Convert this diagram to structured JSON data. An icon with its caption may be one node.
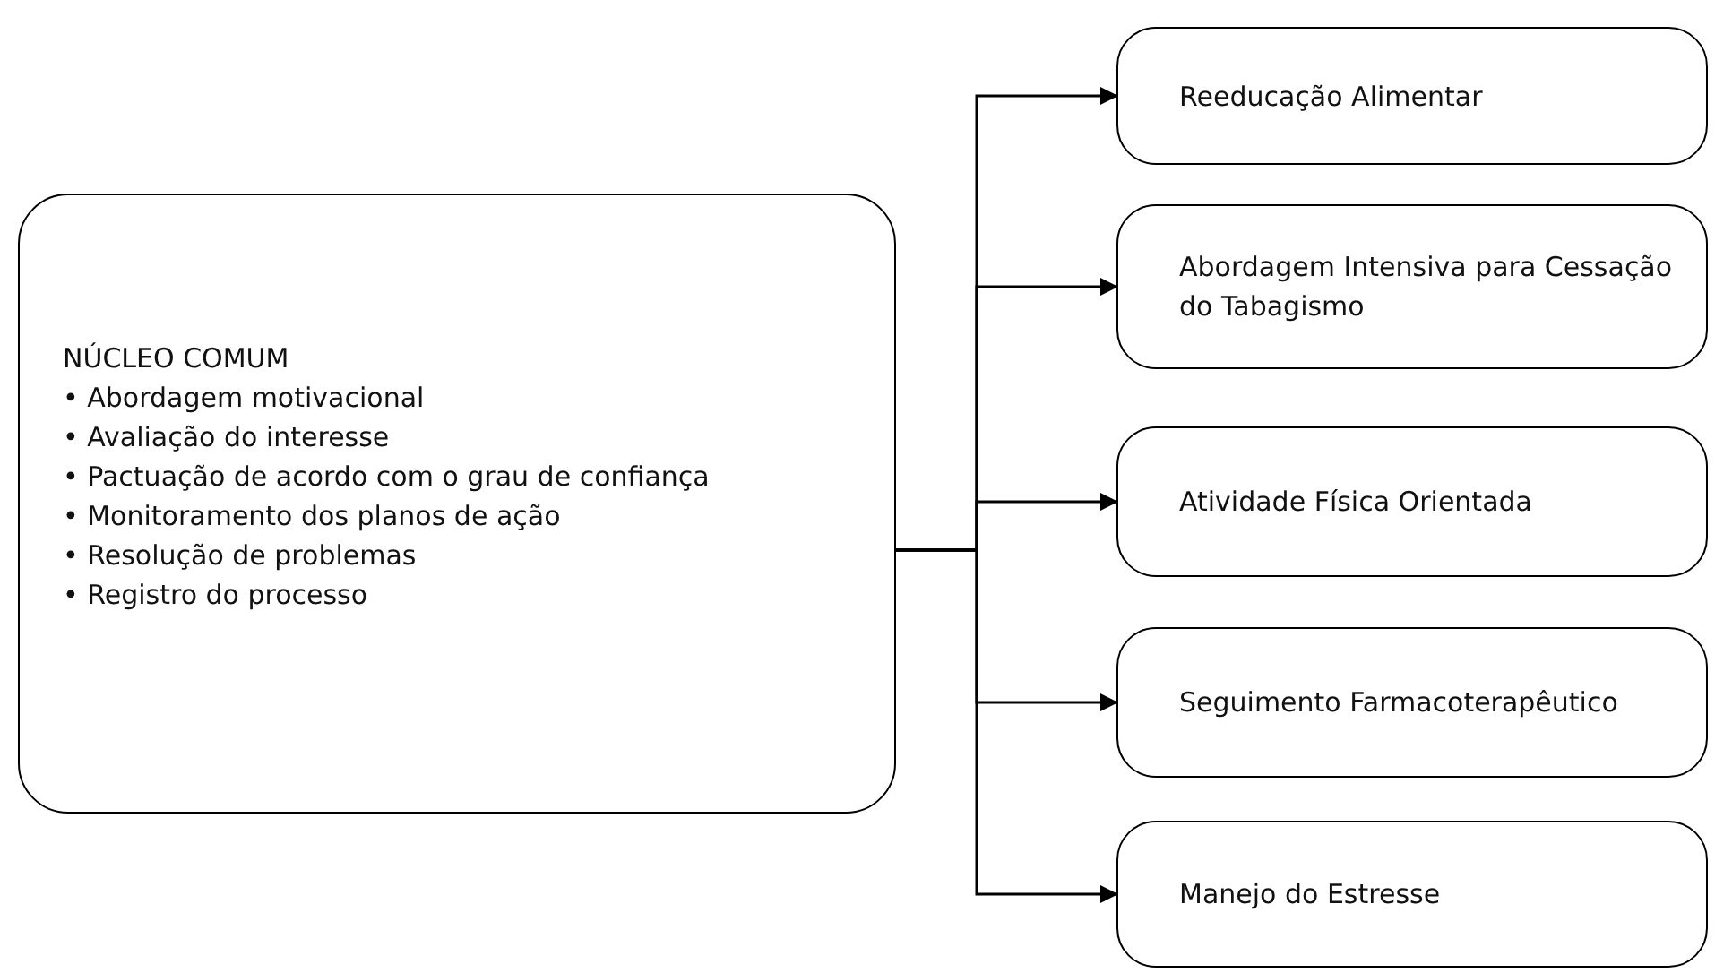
{
  "diagram": {
    "nodes": [
      {
        "text": [
          "NÚCLEO COMUM",
          "• Abordagem motivacional",
          "• Avaliação do interesse",
          "• Pactuação de acordo com o grau de confiança",
          "• Monitoramento dos planos de ação",
          "• Resolução de problemas",
          "• Registro do processo"
        ]
      },
      {
        "text": [
          "Reeducação Alimentar"
        ]
      },
      {
        "text": [
          "Abordagem Intensiva para Cessação do Tabagismo"
        ]
      },
      {
        "text": [
          "Atividade Física Orientada"
        ]
      },
      {
        "text": [
          "Seguimento Farmacoterapêutico"
        ]
      },
      {
        "text": [
          "Manejo do Estresse"
        ]
      }
    ],
    "edges": [
      {
        "from": 0,
        "to": 1,
        "arrow": "to"
      },
      {
        "from": 0,
        "to": 2,
        "arrow": "to"
      },
      {
        "from": 0,
        "to": 3,
        "arrow": "to"
      },
      {
        "from": 0,
        "to": 4,
        "arrow": "to"
      },
      {
        "from": 0,
        "to": 5,
        "arrow": "to"
      }
    ]
  }
}
